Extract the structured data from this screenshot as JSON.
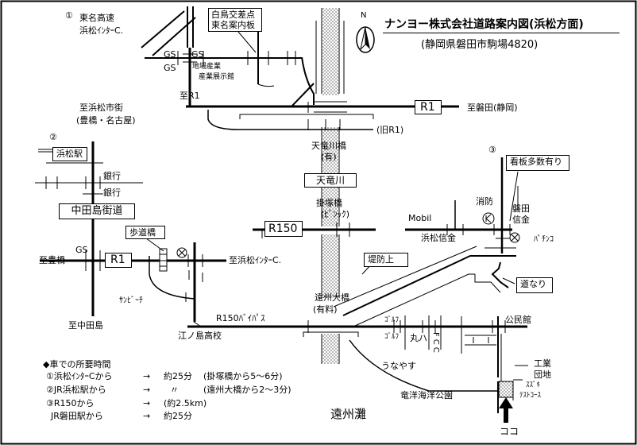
{
  "header": {
    "title": "ナンヨー株式会社道路案内図(浜松方面)",
    "subtitle": "(静岡県磐田市駒場4820)",
    "north": "N"
  },
  "markers": {
    "m1": "①",
    "m2": "②",
    "m3": "③"
  },
  "labels": {
    "tomei": "東名高速",
    "hamamatsu_ic": "浜松ｲﾝﾀｰC.",
    "hakucho1": "白鳥交差点",
    "hakucho2": "東名案内板",
    "gs1": "GS",
    "gs2": "GS",
    "gs3": "GS",
    "gs4": "GS",
    "jibasangyo1": "地場産業",
    "jibasangyo2": "産業展示館",
    "r1_small": "至R1",
    "to_hamamatsu_city": "至浜松市街",
    "toyohashi_nagoya": "(豊橋・名古屋)",
    "r1": "R1",
    "to_iwata": "至磐田(静岡)",
    "old_r1": "(旧R1)",
    "tenryu_bridge": "天竜川橋",
    "tenryu_bridge_note": "(有)",
    "tenryugawa": "天竜川",
    "hamamatsu_station": "浜松駅",
    "bank1": "銀行",
    "bank2": "銀行",
    "nakatajima": "中田島街道",
    "kakezuka_bridge": "掛塚橋",
    "kakezuka_note": "(ﾋﾞﾝｯｸ)",
    "r150": "R150",
    "mobil": "Mobil",
    "hamamatsu_shinkin": "浜松信金",
    "fire": "消防",
    "iwata_shinkin1": "磐田",
    "iwata_shinkin2": "信金",
    "pachinko": "ﾊﾟﾁﾝｺ",
    "signboards": "看板多数有り",
    "hodoukyou": "歩道橋",
    "to_toyohashi": "至豊橋",
    "r1_lower": "R1",
    "to_hamamatsu_ic": "至浜松ｲﾝﾀｰC.",
    "teibou": "堤防上",
    "sunbeach": "ｻﾝﾋﾞｰﾁ",
    "to_nakatajima": "至中田島",
    "enshu_bridge": "遠州大橋",
    "enshu_note": "(有料)",
    "r150_bypass": "R150ﾊﾞｲﾊﾟｽ",
    "enoshima_hs": "江ノ島高校",
    "golf1": "ｺﾞﾙﾌ",
    "golf2": "ｺﾞﾙﾌ",
    "maruha": "丸ハ",
    "fcc": "FCC",
    "kominkan": "公民館",
    "michinari": "道なり",
    "unayasu": "うなやす",
    "industrial1": "工業",
    "industrial2": "団地",
    "ryuyou_park": "竜洋海洋公園",
    "suzuki1": "ｽｽﾞｷ",
    "suzuki2": "ﾃｽﾄｺｰｽ",
    "koko": "ココ",
    "enshunada": "遠州灘"
  },
  "travel": {
    "heading": "◆車での所要時間",
    "rows": [
      {
        "from": "①浜松ｲﾝﾀｰCから",
        "arrow": "→",
        "time": "約25分",
        "note": "(掛塚橋から5～6分)"
      },
      {
        "from": "②JR浜松駅から",
        "arrow": "→",
        "time": "〃",
        "note": "(遠州大橋から2～3分)"
      },
      {
        "from": "③R150から",
        "arrow": "→",
        "time": "(約2.5km)",
        "note": ""
      },
      {
        "from": "JR磐田駅から",
        "arrow": "→",
        "time": "約25分",
        "note": ""
      }
    ]
  }
}
